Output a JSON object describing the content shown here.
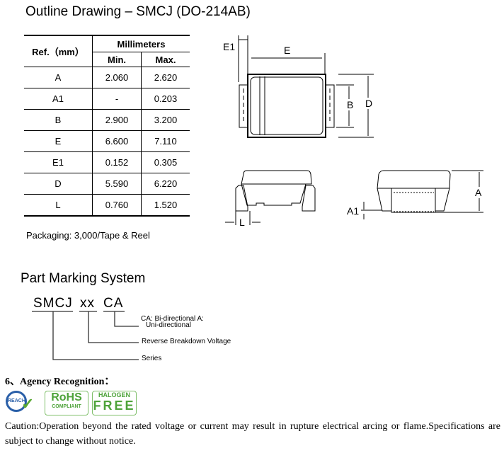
{
  "outline": {
    "title": "Outline Drawing – SMCJ (DO-214AB)",
    "table": {
      "ref_header": "Ref.（mm）",
      "unit_header": "Millimeters",
      "min_header": "Min.",
      "max_header": "Max.",
      "rows": [
        {
          "ref": "A",
          "min": "2.060",
          "max": "2.620"
        },
        {
          "ref": "A1",
          "min": "-",
          "max": "0.203"
        },
        {
          "ref": "B",
          "min": "2.900",
          "max": "3.200"
        },
        {
          "ref": "E",
          "min": "6.600",
          "max": "7.110"
        },
        {
          "ref": "E1",
          "min": "0.152",
          "max": "0.305"
        },
        {
          "ref": "D",
          "min": "5.590",
          "max": "6.220"
        },
        {
          "ref": "L",
          "min": "0.760",
          "max": "1.520"
        }
      ]
    },
    "labels": {
      "E1": "E1",
      "E": "E",
      "B": "B",
      "D": "D",
      "A": "A",
      "A1": "A1",
      "L": "L"
    },
    "packaging": "Packaging: 3,000/Tape & Reel"
  },
  "marking": {
    "title": "Part Marking System",
    "series": "SMCJ",
    "voltage": "xx",
    "suffix": "CA",
    "suffix_desc_1": "CA: Bi-directional A:",
    "suffix_desc_2": "Uni-directional",
    "voltage_desc": "Reverse  Breakdown  Voltage",
    "series_desc": "Series"
  },
  "agency": {
    "title": "6、Agency Recognition：",
    "logos": {
      "reach": "REACH",
      "rohs": "RoHS",
      "rohs_sub": "COMPLIANT",
      "halogen": "HALOGEN",
      "free": "FREE"
    }
  },
  "caution": "Caution:Operation beyond the rated voltage or current may result in rupture electrical arcing or flame.Specifications are subject to change without notice."
}
